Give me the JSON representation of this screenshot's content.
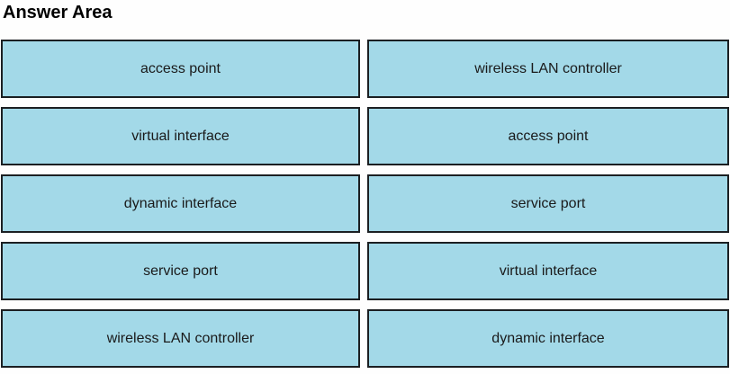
{
  "title": "Answer Area",
  "colors": {
    "box_fill": "#a3d9e8",
    "box_border": "#1b1f22",
    "text_color": "#1a1a1a",
    "page_background": "#fefefe"
  },
  "answer_area": {
    "left_column": [
      "access point",
      "virtual interface",
      "dynamic interface",
      "service port",
      "wireless LAN controller"
    ],
    "right_column": [
      "wireless LAN controller",
      "access point",
      "service port",
      "virtual interface",
      "dynamic interface"
    ]
  }
}
